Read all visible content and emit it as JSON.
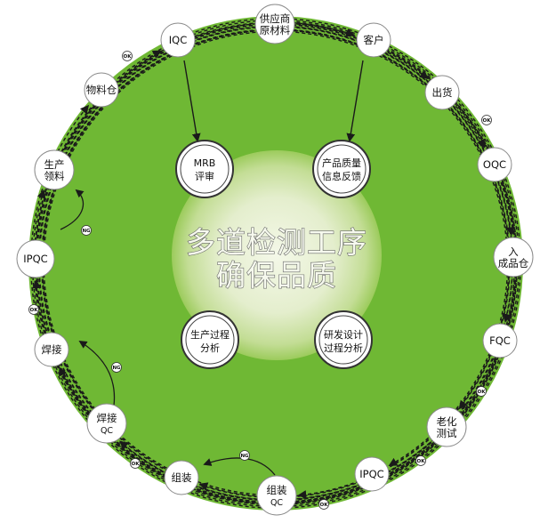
{
  "center_title": {
    "line1": "多道检测工序",
    "line2": "确保品质"
  },
  "hubs": {
    "mrb": [
      "MRB",
      "评审"
    ],
    "quality_feedback": [
      "产品质量",
      "信息反馈"
    ],
    "process_analysis": [
      "生产过程",
      "分析"
    ],
    "design_analysis": [
      "研发设计",
      "过程分析"
    ]
  },
  "nodes": {
    "supplier": [
      "供应商",
      "原材料"
    ],
    "customer": [
      "客户"
    ],
    "shipping": [
      "出货"
    ],
    "oqc": [
      "OQC"
    ],
    "warehouse_in": [
      "入",
      "成品仓"
    ],
    "fqc": [
      "FQC"
    ],
    "aging_test": [
      "老化",
      "测试"
    ],
    "ipqc_bottom": [
      "IPQC"
    ],
    "assembly_qc": [
      "组装",
      "QC"
    ],
    "assembly": [
      "组装"
    ],
    "welding_qc": [
      "焊接",
      "QC"
    ],
    "welding": [
      "焊接"
    ],
    "ipqc_left": [
      "IPQC"
    ],
    "material_issue": [
      "生产",
      "领料"
    ],
    "material_warehouse": [
      "物料仓"
    ],
    "iqc": [
      "IQC"
    ]
  },
  "tags": {
    "ok": "OK",
    "ng": "NG"
  },
  "colors": {
    "ring_green": "#6fb834",
    "inner_glow": "#e9f2d4",
    "node_fill": "#ffffff",
    "node_border": "#8a8a8a",
    "arrow": "#1a1a1a"
  }
}
